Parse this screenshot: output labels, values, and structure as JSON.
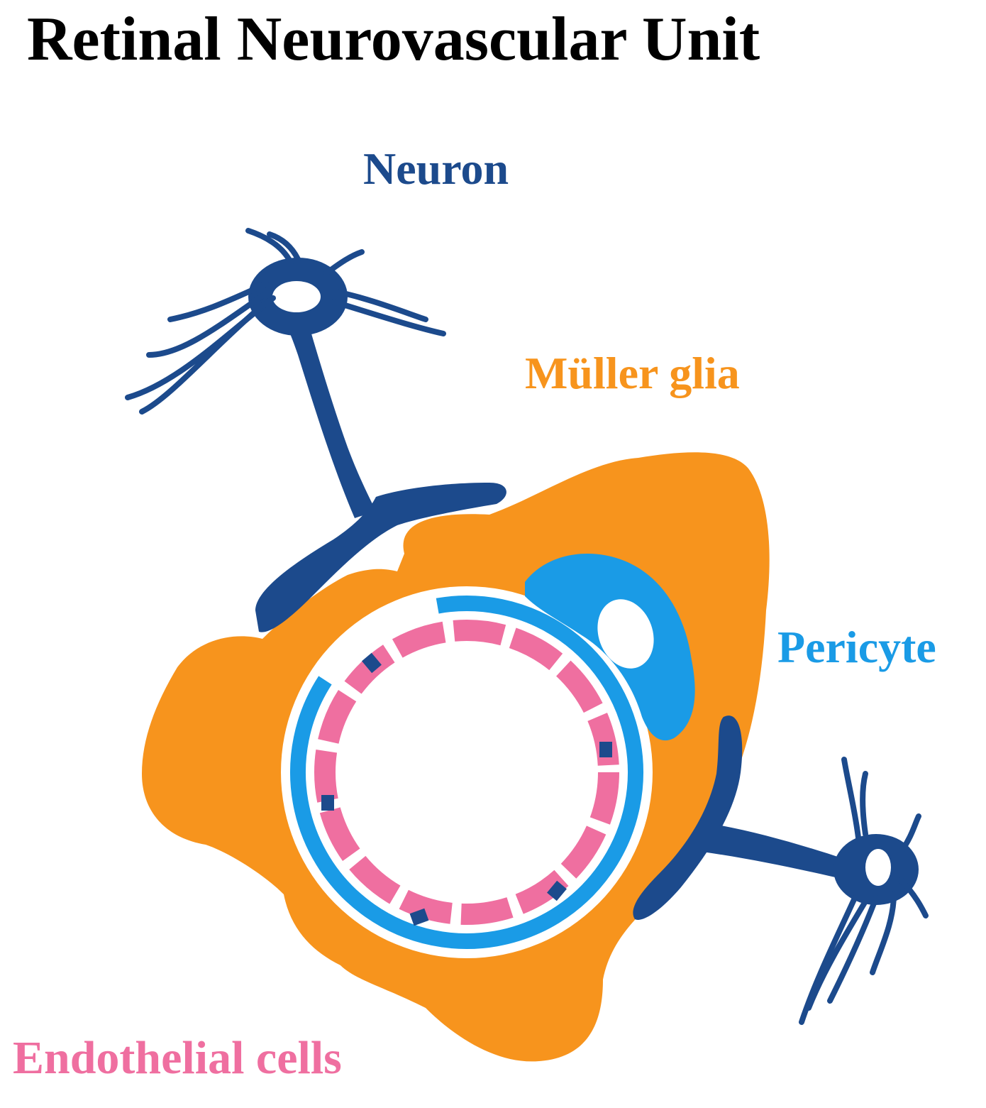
{
  "title": "Retinal Neurovascular Unit",
  "labels": {
    "neuron": "Neuron",
    "muller_glia": "Müller glia",
    "pericyte": "Pericyte",
    "endothelial_cells": "Endothelial cells"
  },
  "colors": {
    "neuron": "#1c4a8c",
    "muller_glia": "#f7941d",
    "pericyte": "#1a9be6",
    "endothelial": "#ef6fa0",
    "junction": "#1c4a8c",
    "title": "#000000"
  }
}
